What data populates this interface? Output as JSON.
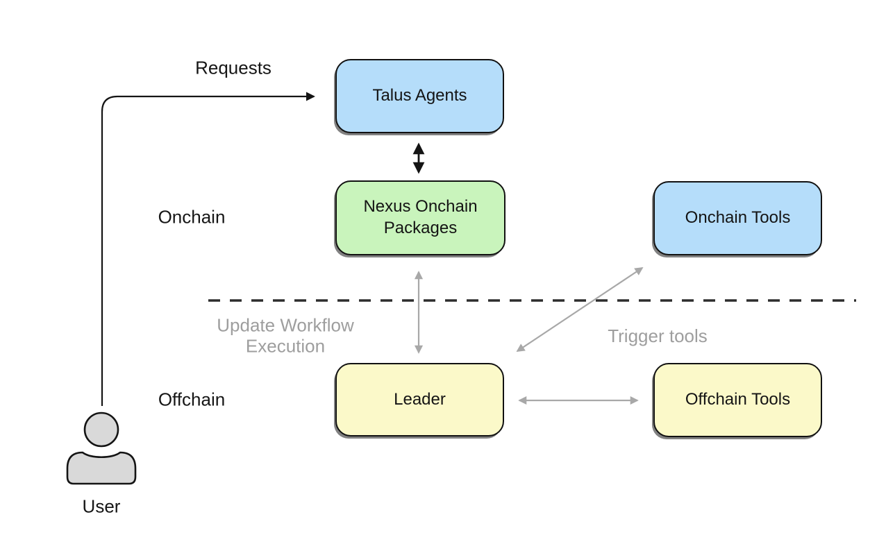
{
  "diagram": {
    "edge_labels": {
      "requests": "Requests",
      "update_workflow_execution": "Update Workflow Execution",
      "trigger_tools": "Trigger tools"
    },
    "zone_labels": {
      "onchain": "Onchain",
      "offchain": "Offchain"
    },
    "nodes": {
      "talus_agents": {
        "label": "Talus Agents",
        "fill": "#b5ddfa"
      },
      "nexus_onchain_packages": {
        "label": "Nexus Onchain Packages",
        "fill": "#c9f4bc"
      },
      "onchain_tools": {
        "label": "Onchain Tools",
        "fill": "#b5ddfa"
      },
      "leader": {
        "label": "Leader",
        "fill": "#fbf9c9"
      },
      "offchain_tools": {
        "label": "Offchain Tools",
        "fill": "#fbf9c9"
      }
    },
    "actor": {
      "user_label": "User"
    },
    "colors": {
      "bg": "#ffffff",
      "ink": "#141414",
      "node-border": "#111111",
      "gray-line": "#a8a8a8",
      "gray-text": "#9e9e9e",
      "divider": "#2d2d2d",
      "user-fill": "#d9d9d9"
    }
  }
}
